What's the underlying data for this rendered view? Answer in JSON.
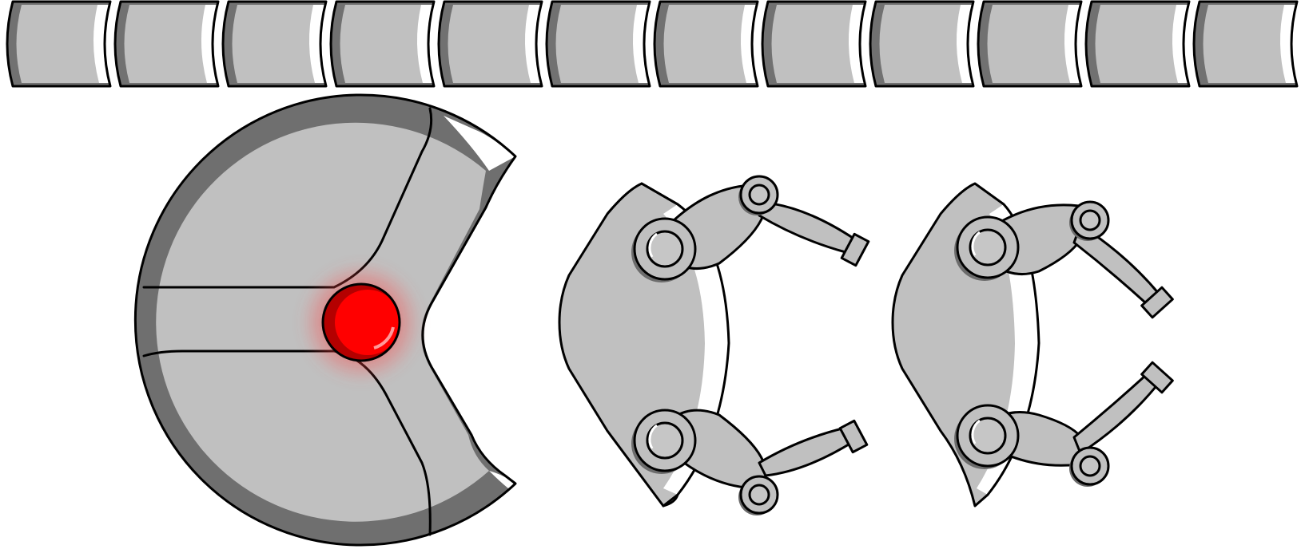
{
  "sprite_sheet": {
    "segments": {
      "count": 12,
      "fill_color": "#c0c0c0",
      "shadow_color": "#717171",
      "highlight_color": "#ffffff"
    },
    "head": {
      "fill_color": "#c0c0c0",
      "shadow_color": "#6f6f6f",
      "eye_color": "#ff0000",
      "eye_dark_color": "#b40000",
      "eye_glow_color": "#ff3030"
    },
    "claws": [
      {
        "id": "claw-open",
        "fill_color": "#c0c0c0",
        "shadow_color": "#777777"
      },
      {
        "id": "claw-closed",
        "fill_color": "#c0c0c0",
        "shadow_color": "#777777"
      }
    ]
  }
}
